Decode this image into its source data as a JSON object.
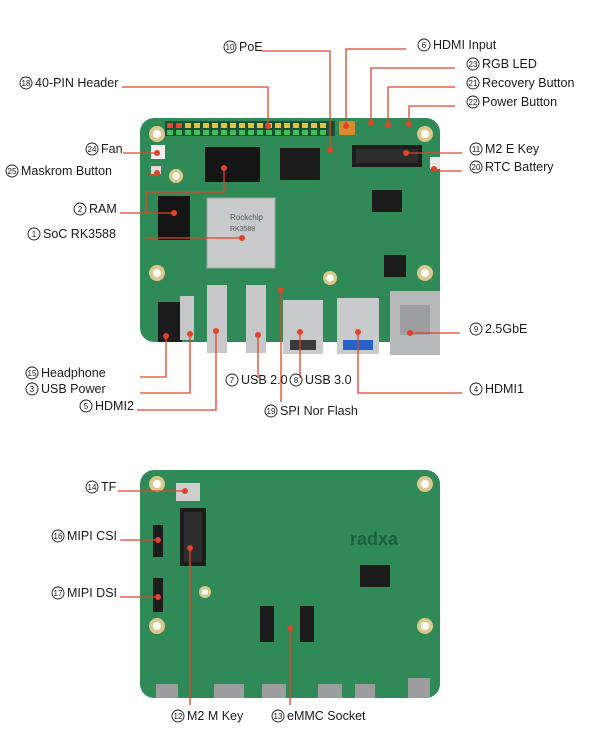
{
  "callouts": [
    {
      "num": "10",
      "text": "PoE"
    },
    {
      "num": "6",
      "text": "HDMI Input"
    },
    {
      "num": "18",
      "text": "40-PIN Header"
    },
    {
      "num": "23",
      "text": "RGB LED"
    },
    {
      "num": "21",
      "text": "Recovery Button"
    },
    {
      "num": "22",
      "text": "Power Button"
    },
    {
      "num": "24",
      "text": "Fan"
    },
    {
      "num": "11",
      "text": "M2 E Key"
    },
    {
      "num": "25",
      "text": "Maskrom Button"
    },
    {
      "num": "20",
      "text": "RTC Battery"
    },
    {
      "num": "2",
      "text": "RAM"
    },
    {
      "num": "1",
      "text": "SoC RK3588"
    },
    {
      "num": "9",
      "text": "2.5GbE"
    },
    {
      "num": "15",
      "text": "Headphone"
    },
    {
      "num": "3",
      "text": "USB Power"
    },
    {
      "num": "5",
      "text": "HDMI2"
    },
    {
      "num": "7",
      "text": "USB 2.0"
    },
    {
      "num": "8",
      "text": "USB 3.0"
    },
    {
      "num": "4",
      "text": "HDMI1"
    },
    {
      "num": "19",
      "text": "SPI Nor Flash"
    },
    {
      "num": "14",
      "text": "TF"
    },
    {
      "num": "16",
      "text": "MIPI CSI"
    },
    {
      "num": "17",
      "text": "MIPI DSI"
    },
    {
      "num": "12",
      "text": "M2 M Key"
    },
    {
      "num": "13",
      "text": "eMMC Socket"
    }
  ],
  "chip": {
    "brand": "Rockchip",
    "model": "RK3588"
  },
  "back_logo": "radxa",
  "colors": {
    "pcb": "#2f8a57",
    "pcb_dark": "#1f6b42",
    "leader": "#e0432a",
    "metal": "#c9cbcd",
    "text": "#1a1a1a"
  }
}
